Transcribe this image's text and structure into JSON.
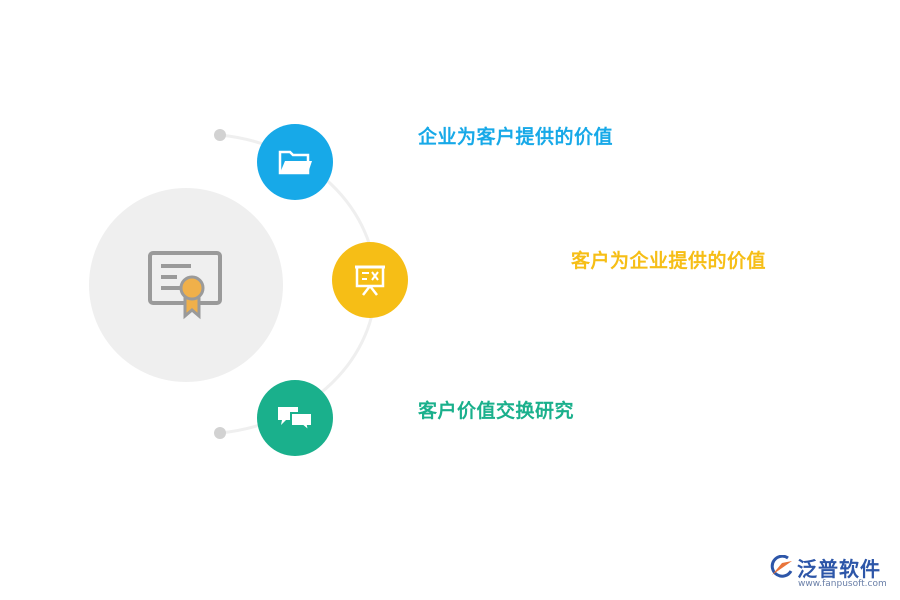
{
  "items": [
    {
      "label": "企业为客户提供的价值",
      "icon": "folder-icon",
      "color": "#17a9e8"
    },
    {
      "label": "客户为企业提供的价值",
      "icon": "presentation-board-icon",
      "color": "#f6be16"
    },
    {
      "label": "客户价值交换研究",
      "icon": "chat-bubbles-icon",
      "color": "#1ab08c"
    }
  ],
  "hub": {
    "icon": "certificate-icon",
    "background": "#efefef"
  },
  "logo": {
    "name": "泛普软件",
    "url": "www.fanpusoft.com",
    "color": "#2d56a8"
  }
}
